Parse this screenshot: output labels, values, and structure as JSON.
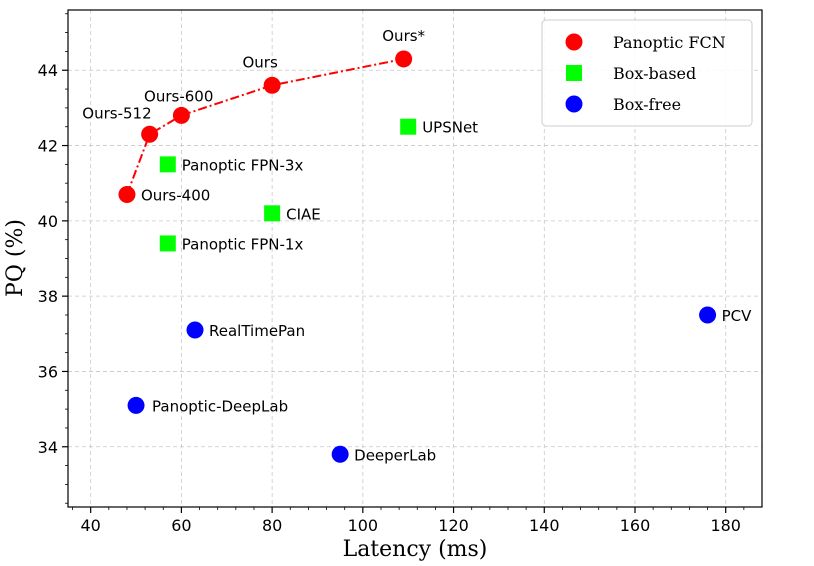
{
  "chart_data": {
    "type": "scatter",
    "xlabel": "Latency (ms)",
    "ylabel": "PQ (%)",
    "xlim": [
      35,
      188
    ],
    "ylim": [
      32.4,
      45.6
    ],
    "xticks": [
      40,
      60,
      80,
      100,
      120,
      140,
      160,
      180
    ],
    "yticks": [
      34,
      36,
      38,
      40,
      42,
      44
    ],
    "grid": true,
    "legend_position": "top-right",
    "colors": {
      "panoptic_fcn": "#ff0000",
      "box_based": "#00ff00",
      "box_free": "#0000ff"
    },
    "series": [
      {
        "name": "Panoptic FCN",
        "marker": "circle",
        "line": "dashdot",
        "points": [
          {
            "label": "Ours-400",
            "x": 48,
            "y": 40.7
          },
          {
            "label": "Ours-512",
            "x": 53,
            "y": 42.3
          },
          {
            "label": "Ours-600",
            "x": 60,
            "y": 42.8
          },
          {
            "label": "Ours",
            "x": 80,
            "y": 43.6
          },
          {
            "label": "Ours*",
            "x": 109,
            "y": 44.3
          }
        ]
      },
      {
        "name": "Box-based",
        "marker": "square",
        "points": [
          {
            "label": "UPSNet",
            "x": 110,
            "y": 42.5
          },
          {
            "label": "Panoptic FPN-3x",
            "x": 57,
            "y": 41.5
          },
          {
            "label": "CIAE",
            "x": 80,
            "y": 40.2
          },
          {
            "label": "Panoptic FPN-1x",
            "x": 57,
            "y": 39.4
          }
        ]
      },
      {
        "name": "Box-free",
        "marker": "circle",
        "points": [
          {
            "label": "PCV",
            "x": 176,
            "y": 37.5
          },
          {
            "label": "RealTimePan",
            "x": 63,
            "y": 37.1
          },
          {
            "label": "Panoptic-DeepLab",
            "x": 50,
            "y": 35.1
          },
          {
            "label": "DeeperLab",
            "x": 95,
            "y": 33.8
          }
        ]
      }
    ]
  }
}
